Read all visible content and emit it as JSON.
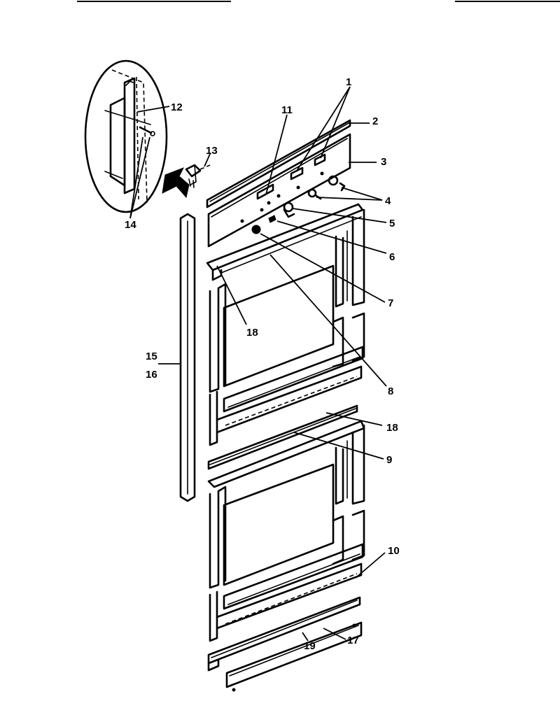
{
  "callouts": {
    "c1": "1",
    "c2": "2",
    "c3": "3",
    "c4": "4",
    "c5": "5",
    "c6": "6",
    "c7": "7",
    "c8": "8",
    "c9": "9",
    "c10": "10",
    "c11": "11",
    "c12": "12",
    "c13": "13",
    "c14": "14",
    "c15": "15",
    "c16": "16",
    "c17": "17",
    "c18a": "18",
    "c18b": "18",
    "c19": "19"
  }
}
